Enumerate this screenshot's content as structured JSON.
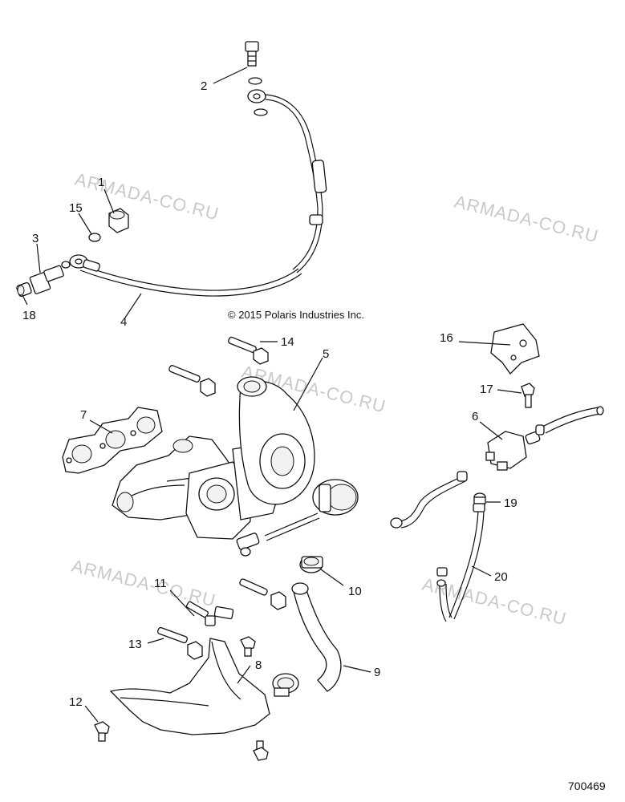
{
  "copyright": "© 2015 Polaris Industries Inc.",
  "reference_number": "700469",
  "watermark": "ARMADA-CO.RU",
  "callouts": [
    "1",
    "2",
    "3",
    "4",
    "5",
    "6",
    "7",
    "8",
    "9",
    "10",
    "11",
    "12",
    "13",
    "14",
    "15",
    "16",
    "17",
    "18",
    "19",
    "20"
  ]
}
